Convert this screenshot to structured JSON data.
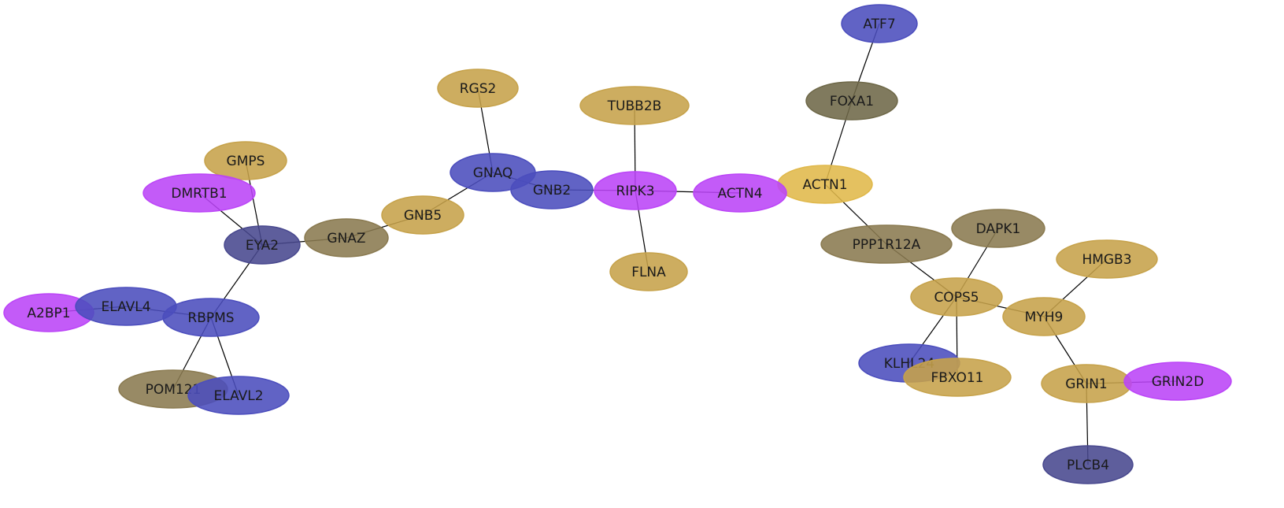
{
  "palette": {
    "blue": "#4b4dbd",
    "purple": "#bb44f7",
    "gold": "#c6a24a",
    "yellow": "#e0b84a",
    "khaki": "#8a7a50",
    "olive": "#6e6848",
    "navy": "#48488e"
  },
  "nodes": [
    {
      "id": "ATF7",
      "label": "ATF7",
      "color": "blue"
    },
    {
      "id": "FOXA1",
      "label": "FOXA1",
      "color": "olive"
    },
    {
      "id": "RGS2",
      "label": "RGS2",
      "color": "gold"
    },
    {
      "id": "TUBB2B",
      "label": "TUBB2B",
      "color": "gold"
    },
    {
      "id": "GMPS",
      "label": "GMPS",
      "color": "gold"
    },
    {
      "id": "GNAQ",
      "label": "GNAQ",
      "color": "blue"
    },
    {
      "id": "ACTN1",
      "label": "ACTN1",
      "color": "yellow"
    },
    {
      "id": "DMRTB1",
      "label": "DMRTB1",
      "color": "purple"
    },
    {
      "id": "GNB2",
      "label": "GNB2",
      "color": "blue"
    },
    {
      "id": "RIPK3",
      "label": "RIPK3",
      "color": "purple"
    },
    {
      "id": "ACTN4",
      "label": "ACTN4",
      "color": "purple"
    },
    {
      "id": "GNB5",
      "label": "GNB5",
      "color": "gold"
    },
    {
      "id": "DAPK1",
      "label": "DAPK1",
      "color": "khaki"
    },
    {
      "id": "GNAZ",
      "label": "GNAZ",
      "color": "khaki"
    },
    {
      "id": "EYA2",
      "label": "EYA2",
      "color": "navy"
    },
    {
      "id": "PPP1R12A",
      "label": "PPP1R12A",
      "color": "khaki"
    },
    {
      "id": "HMGB3",
      "label": "HMGB3",
      "color": "gold"
    },
    {
      "id": "FLNA",
      "label": "FLNA",
      "color": "gold"
    },
    {
      "id": "COPS5",
      "label": "COPS5",
      "color": "gold"
    },
    {
      "id": "A2BP1",
      "label": "A2BP1",
      "color": "purple"
    },
    {
      "id": "ELAVL4",
      "label": "ELAVL4",
      "color": "blue"
    },
    {
      "id": "RBPMS",
      "label": "RBPMS",
      "color": "blue"
    },
    {
      "id": "MYH9",
      "label": "MYH9",
      "color": "gold"
    },
    {
      "id": "KLHL24",
      "label": "KLHL24",
      "color": "blue"
    },
    {
      "id": "FBXO11",
      "label": "FBXO11",
      "color": "gold"
    },
    {
      "id": "GRIN1",
      "label": "GRIN1",
      "color": "gold"
    },
    {
      "id": "GRIN2D",
      "label": "GRIN2D",
      "color": "purple"
    },
    {
      "id": "POM121",
      "label": "POM121",
      "color": "khaki"
    },
    {
      "id": "ELAVL2",
      "label": "ELAVL2",
      "color": "blue"
    },
    {
      "id": "PLCB4",
      "label": "PLCB4",
      "color": "navy"
    }
  ],
  "edges": [
    [
      "ATF7",
      "FOXA1"
    ],
    [
      "FOXA1",
      "ACTN1"
    ],
    [
      "ACTN1",
      "PPP1R12A"
    ],
    [
      "PPP1R12A",
      "COPS5"
    ],
    [
      "DAPK1",
      "COPS5"
    ],
    [
      "COPS5",
      "KLHL24"
    ],
    [
      "COPS5",
      "FBXO11"
    ],
    [
      "COPS5",
      "MYH9"
    ],
    [
      "MYH9",
      "HMGB3"
    ],
    [
      "MYH9",
      "GRIN1"
    ],
    [
      "GRIN1",
      "GRIN2D"
    ],
    [
      "GRIN1",
      "PLCB4"
    ],
    [
      "RGS2",
      "GNAQ"
    ],
    [
      "GNAQ",
      "GNB2"
    ],
    [
      "GNB2",
      "RIPK3"
    ],
    [
      "TUBB2B",
      "RIPK3"
    ],
    [
      "RIPK3",
      "FLNA"
    ],
    [
      "RIPK3",
      "ACTN4"
    ],
    [
      "GNAQ",
      "GNB5"
    ],
    [
      "GNB5",
      "GNAZ"
    ],
    [
      "GNAZ",
      "EYA2"
    ],
    [
      "GMPS",
      "EYA2"
    ],
    [
      "DMRTB1",
      "EYA2"
    ],
    [
      "EYA2",
      "RBPMS"
    ],
    [
      "RBPMS",
      "ELAVL4"
    ],
    [
      "ELAVL4",
      "A2BP1"
    ],
    [
      "RBPMS",
      "POM121"
    ],
    [
      "RBPMS",
      "ELAVL2"
    ]
  ]
}
